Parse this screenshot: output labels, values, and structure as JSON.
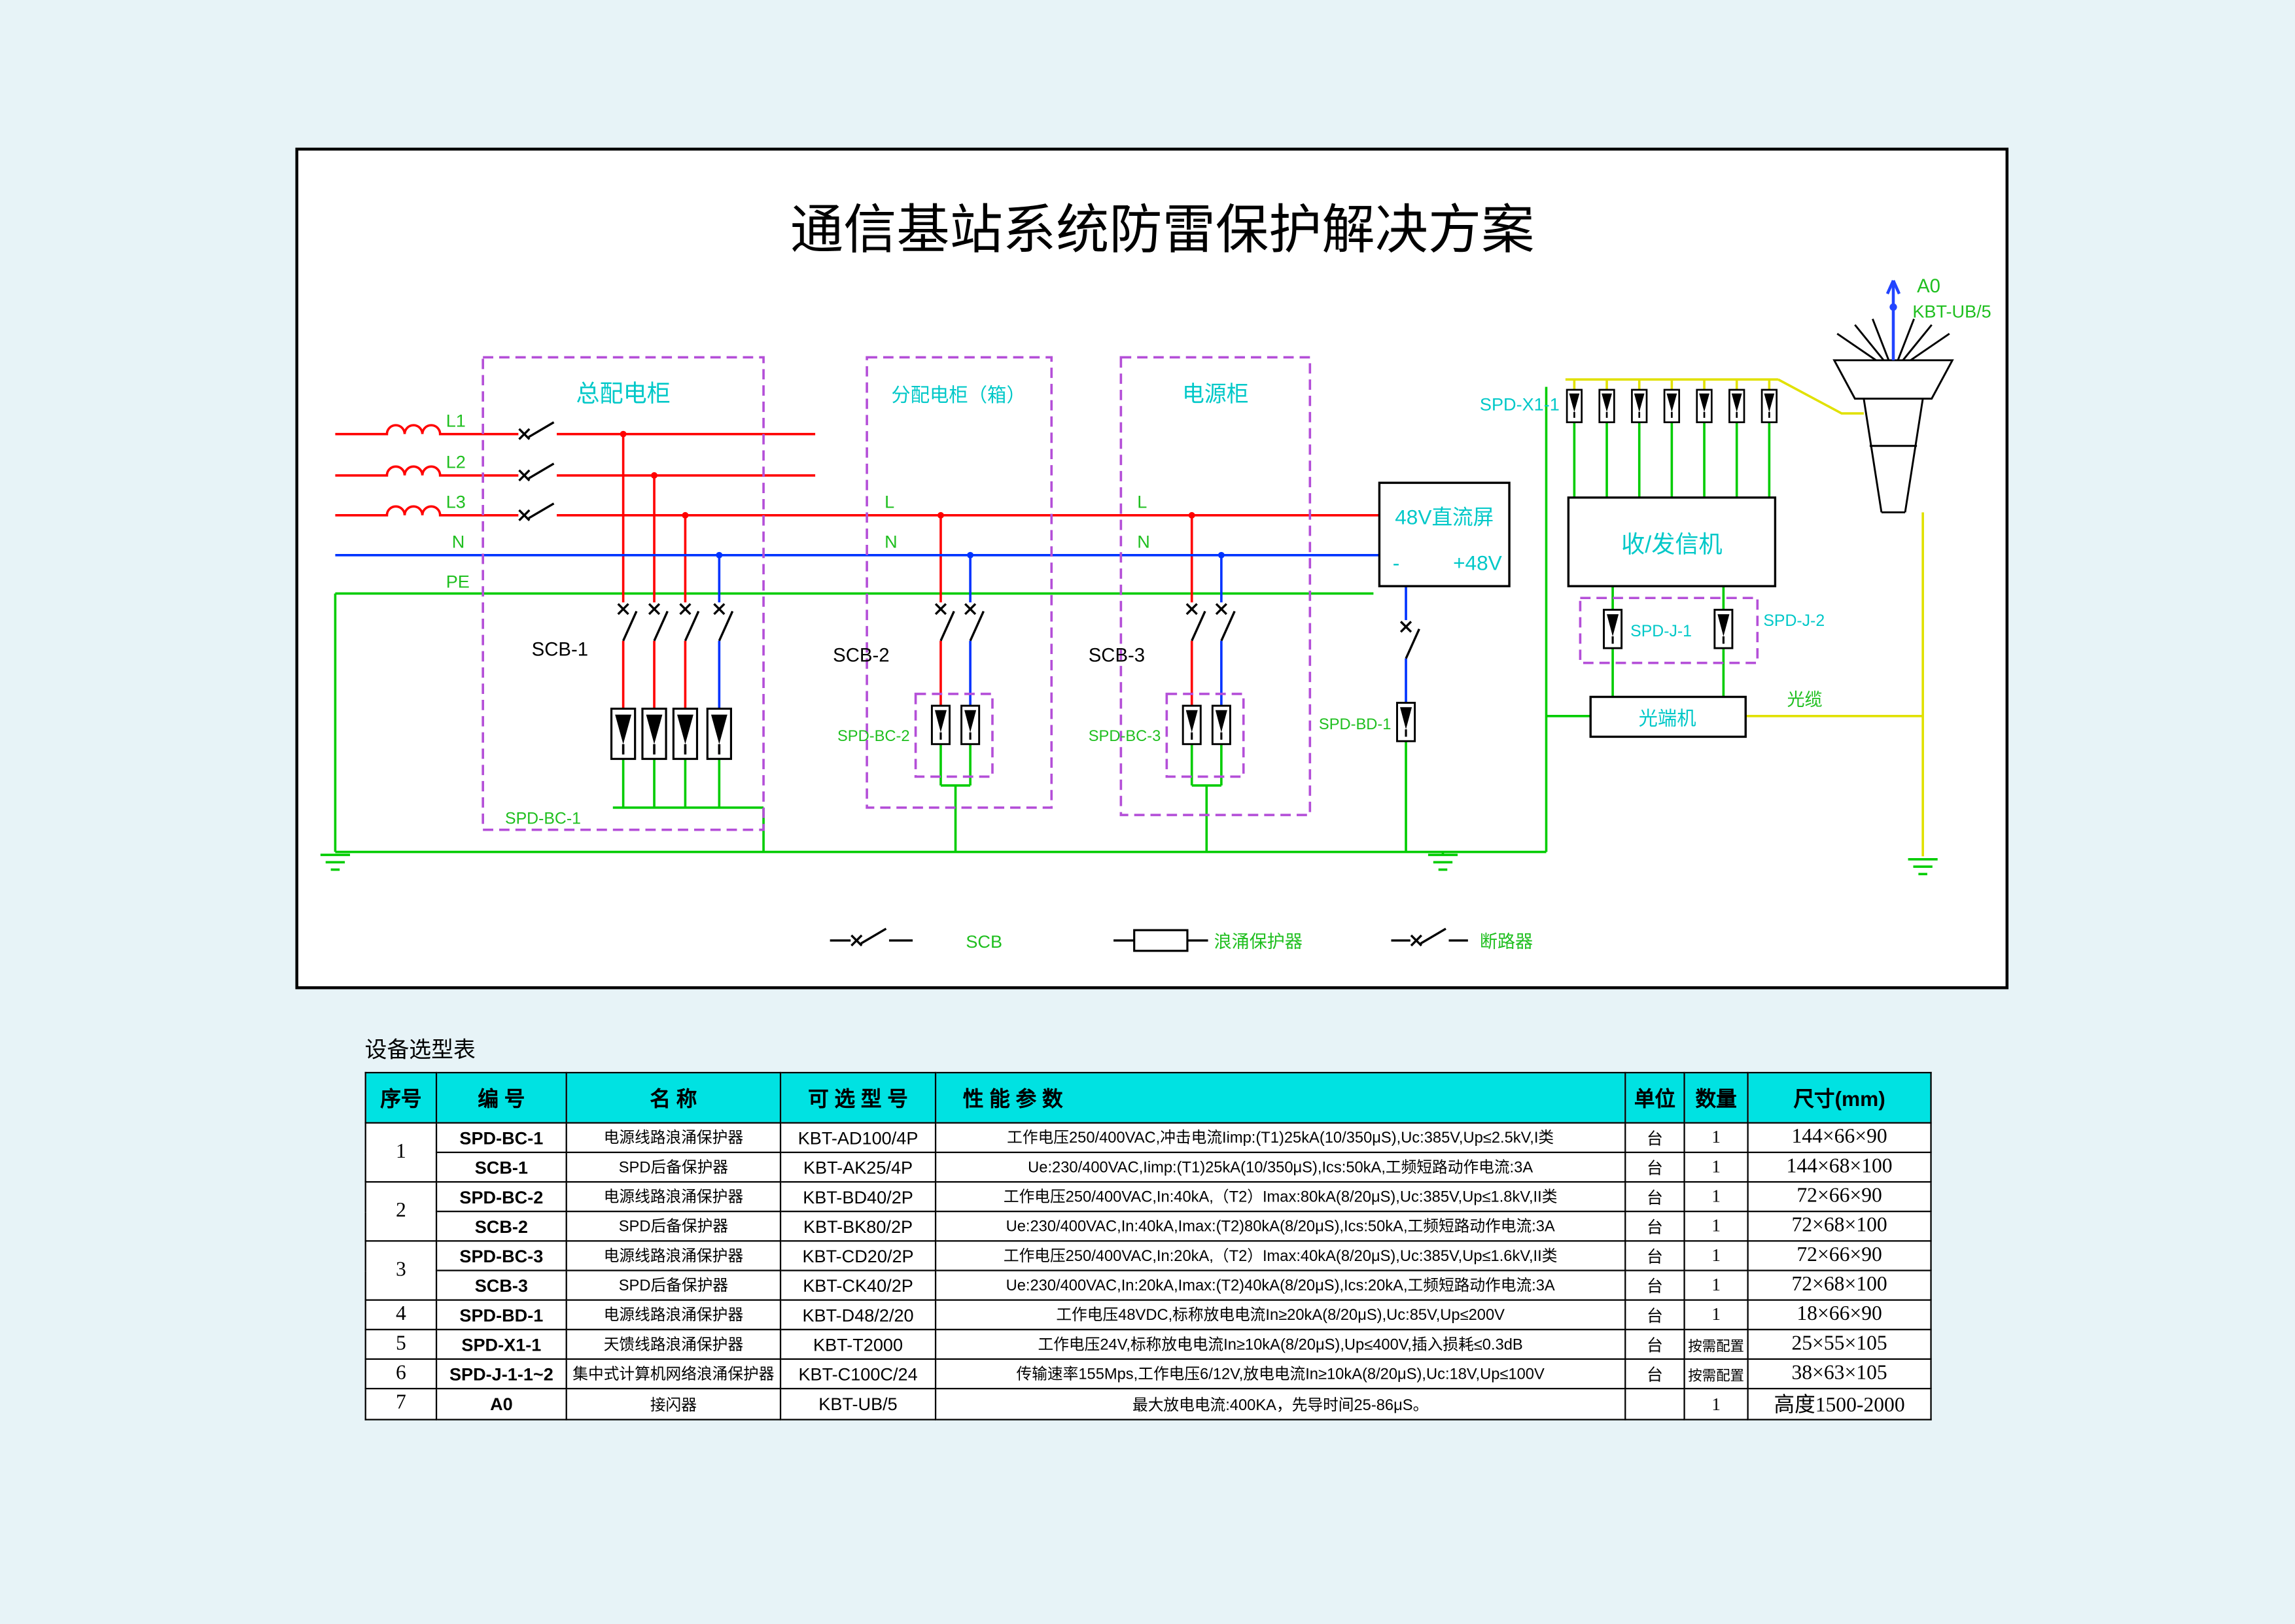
{
  "schematic": {
    "title": "通信基站系统防雷保护解决方案",
    "wires": {
      "l1": "L1",
      "l2": "L2",
      "l3": "L3",
      "n": "N",
      "pe": "PE",
      "l": "L"
    },
    "cabinets": {
      "main": "总配电柜",
      "dist": "分配电柜（箱）",
      "power": "电源柜"
    },
    "breakers": {
      "scb1": "SCB-1",
      "scb2": "SCB-2",
      "scb3": "SCB-3"
    },
    "spds": {
      "bc1": "SPD-BC-1",
      "bc2": "SPD-BC-2",
      "bc3": "SPD-BC-3",
      "bd1": "SPD-BD-1",
      "x11": "SPD-X1-1",
      "j1": "SPD-J-1",
      "j2": "SPD-J-2"
    },
    "dc_panel": {
      "name": "48V直流屏",
      "minus": "-",
      "plus": "+48V"
    },
    "transceiver": "收/发信机",
    "optical_terminal": "光端机",
    "optical_cable": "光缆",
    "arrester": {
      "code": "A0",
      "model": "KBT-UB/5"
    },
    "legend": {
      "scb": "SCB",
      "surge": "浪涌保护器",
      "breaker": "断路器"
    }
  },
  "colors": {
    "phase_red": "#ff0000",
    "neutral_blue": "#0033ff",
    "earth_green": "#00cc00",
    "feeder_yellow": "#e1e100",
    "cabinet_purple": "#b44fd8",
    "label_cyan": "#00c8c8",
    "label_green": "#1fbf1f",
    "table_header_cyan": "#00e2e2"
  },
  "table": {
    "caption": "设备选型表",
    "headers": [
      "序号",
      "编  号",
      "名  称",
      "可 选 型 号",
      "性 能 参 数",
      "单位",
      "数量",
      "尺寸(mm)"
    ],
    "rows": [
      {
        "no": "1",
        "code": "SPD-BC-1",
        "name": "电源线路浪涌保护器",
        "model": "KBT-AD100/4P",
        "params": "工作电压250/400VAC,冲击电流Iimp:(T1)25kA(10/350μS),Uc:385V,Up≤2.5kV,I类",
        "unit": "台",
        "qty": "1",
        "size": "144×66×90"
      },
      {
        "code": "SCB-1",
        "name": "SPD后备保护器",
        "model": "KBT-AK25/4P",
        "params": "Ue:230/400VAC,Iimp:(T1)25kA(10/350μS),Ics:50kA,工频短路动作电流:3A",
        "unit": "台",
        "qty": "1",
        "size": "144×68×100"
      },
      {
        "no": "2",
        "code": "SPD-BC-2",
        "name": "电源线路浪涌保护器",
        "model": "KBT-BD40/2P",
        "params": "工作电压250/400VAC,In:40kA,（T2）Imax:80kA(8/20μS),Uc:385V,Up≤1.8kV,II类",
        "unit": "台",
        "qty": "1",
        "size": "72×66×90"
      },
      {
        "code": "SCB-2",
        "name": "SPD后备保护器",
        "model": "KBT-BK80/2P",
        "params": "Ue:230/400VAC,In:40kA,Imax:(T2)80kA(8/20μS),Ics:50kA,工频短路动作电流:3A",
        "unit": "台",
        "qty": "1",
        "size": "72×68×100"
      },
      {
        "no": "3",
        "code": "SPD-BC-3",
        "name": "电源线路浪涌保护器",
        "model": "KBT-CD20/2P",
        "params": "工作电压250/400VAC,In:20kA,（T2）Imax:40kA(8/20μS),Uc:385V,Up≤1.6kV,II类",
        "unit": "台",
        "qty": "1",
        "size": "72×66×90"
      },
      {
        "code": "SCB-3",
        "name": "SPD后备保护器",
        "model": "KBT-CK40/2P",
        "params": "Ue:230/400VAC,In:20kA,Imax:(T2)40kA(8/20μS),Ics:20kA,工频短路动作电流:3A",
        "unit": "台",
        "qty": "1",
        "size": "72×68×100"
      },
      {
        "no": "4",
        "code": "SPD-BD-1",
        "name": "电源线路浪涌保护器",
        "model": "KBT-D48/2/20",
        "params": "工作电压48VDC,标称放电电流In≥20kA(8/20μS),Uc:85V,Up≤200V",
        "unit": "台",
        "qty": "1",
        "size": "18×66×90"
      },
      {
        "no": "5",
        "code": "SPD-X1-1",
        "name": "天馈线路浪涌保护器",
        "model": "KBT-T2000",
        "params": "工作电压24V,标称放电电流In≥10kA(8/20μS),Up≤400V,插入损耗≤0.3dB",
        "unit": "台",
        "qty": "按需配置",
        "size": "25×55×105"
      },
      {
        "no": "6",
        "code": "SPD-J-1-1~2",
        "name": "集中式计算机网络浪涌保护器",
        "model": "KBT-C100C/24",
        "params": "传输速率155Mps,工作电压6/12V,放电电流In≥10kA(8/20μS),Uc:18V,Up≤100V",
        "unit": "台",
        "qty": "按需配置",
        "size": "38×63×105"
      },
      {
        "no": "7",
        "code": "A0",
        "name": "接闪器",
        "model": "KBT-UB/5",
        "params": "最大放电电流:400KA，先导时间25-86μS。",
        "unit": "",
        "qty": "1",
        "size": "高度1500-2000"
      }
    ]
  }
}
